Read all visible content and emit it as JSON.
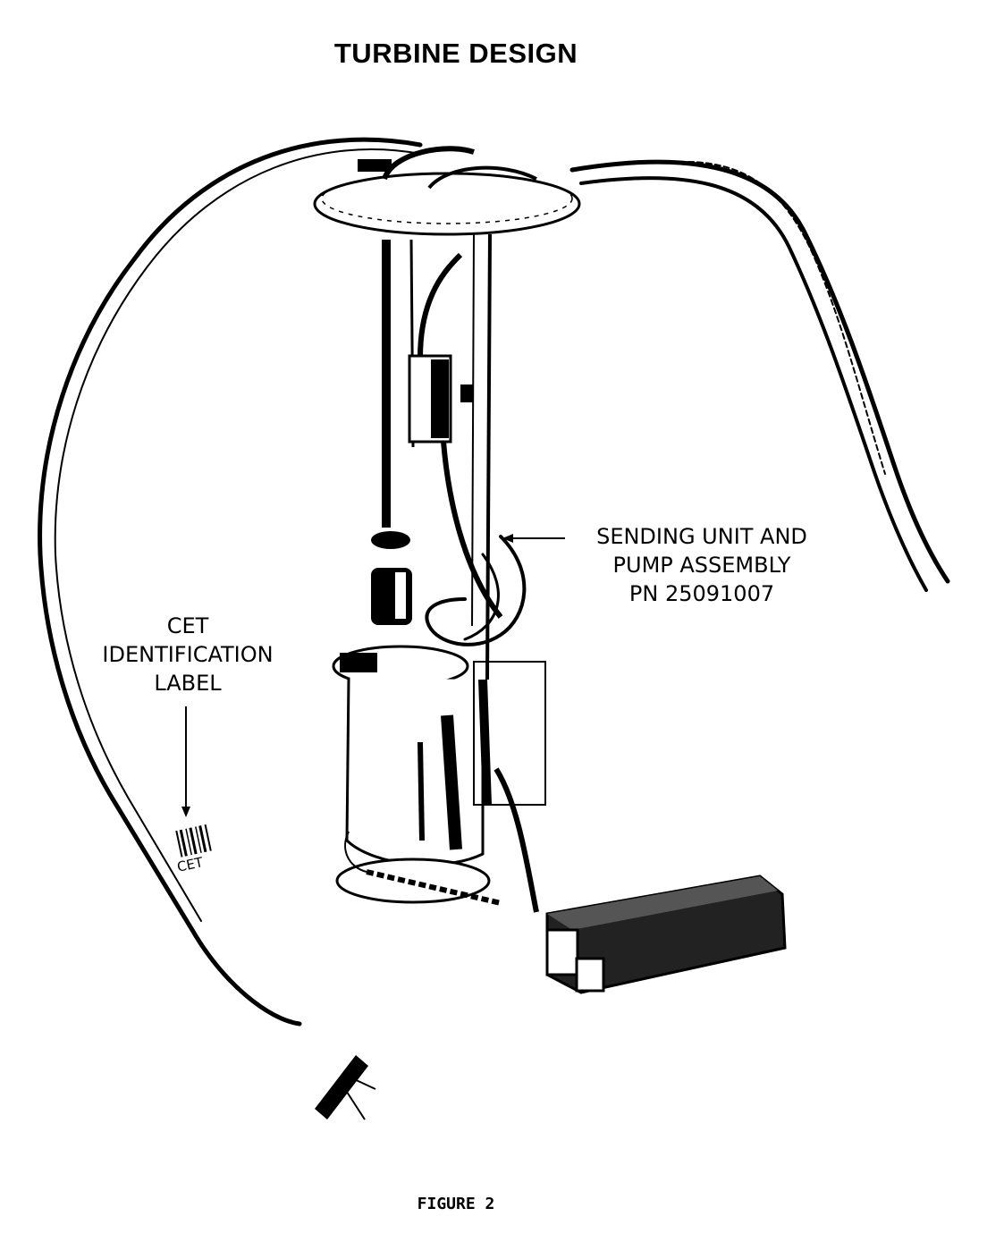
{
  "title": "TURBINE DESIGN",
  "callouts": {
    "cet_label": {
      "lines": [
        "CET",
        "IDENTIFICATION",
        "LABEL"
      ]
    },
    "pump_assembly": {
      "lines": [
        "SENDING UNIT AND",
        "PUMP ASSEMBLY",
        "PN 25091007"
      ]
    }
  },
  "barcode_label_text": "CET",
  "figure_caption": "FIGURE 2"
}
